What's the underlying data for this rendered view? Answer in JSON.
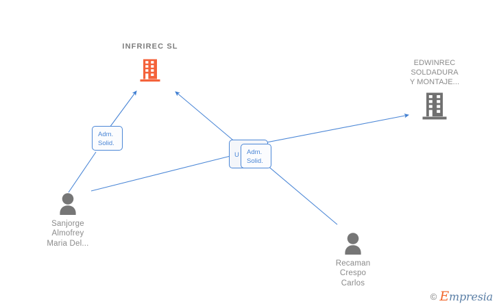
{
  "diagram": {
    "type": "corporate-relationship-graph",
    "background": "#ffffff",
    "edge_color": "#4a86d6",
    "main_company_color": "#f4623a",
    "related_company_color": "#707070",
    "person_color": "#767676"
  },
  "nodes": {
    "main_company": {
      "label": "INFRIREC  SL",
      "icon": "building-icon",
      "color": "#f4623a"
    },
    "related_company": {
      "label": "EDWINREC\nSOLDADURA\nY MONTAJE...",
      "icon": "building-icon",
      "color": "#707070"
    },
    "person_left": {
      "label": "Sanjorge\nAlmofrey\nMaria Del...",
      "icon": "person-icon",
      "color": "#767676"
    },
    "person_right": {
      "label": "Recaman\nCrespo\nCarlos",
      "icon": "person-icon",
      "color": "#767676"
    }
  },
  "role_badges": [
    {
      "id": "role-left",
      "text": "Adm.\nSolid."
    },
    {
      "id": "role-center-back",
      "text": "U"
    },
    {
      "id": "role-center-front",
      "text": "Adm.\nSolid."
    }
  ],
  "watermark": {
    "copyright": "©",
    "brand_initial": "E",
    "brand_rest": "mpresia"
  }
}
